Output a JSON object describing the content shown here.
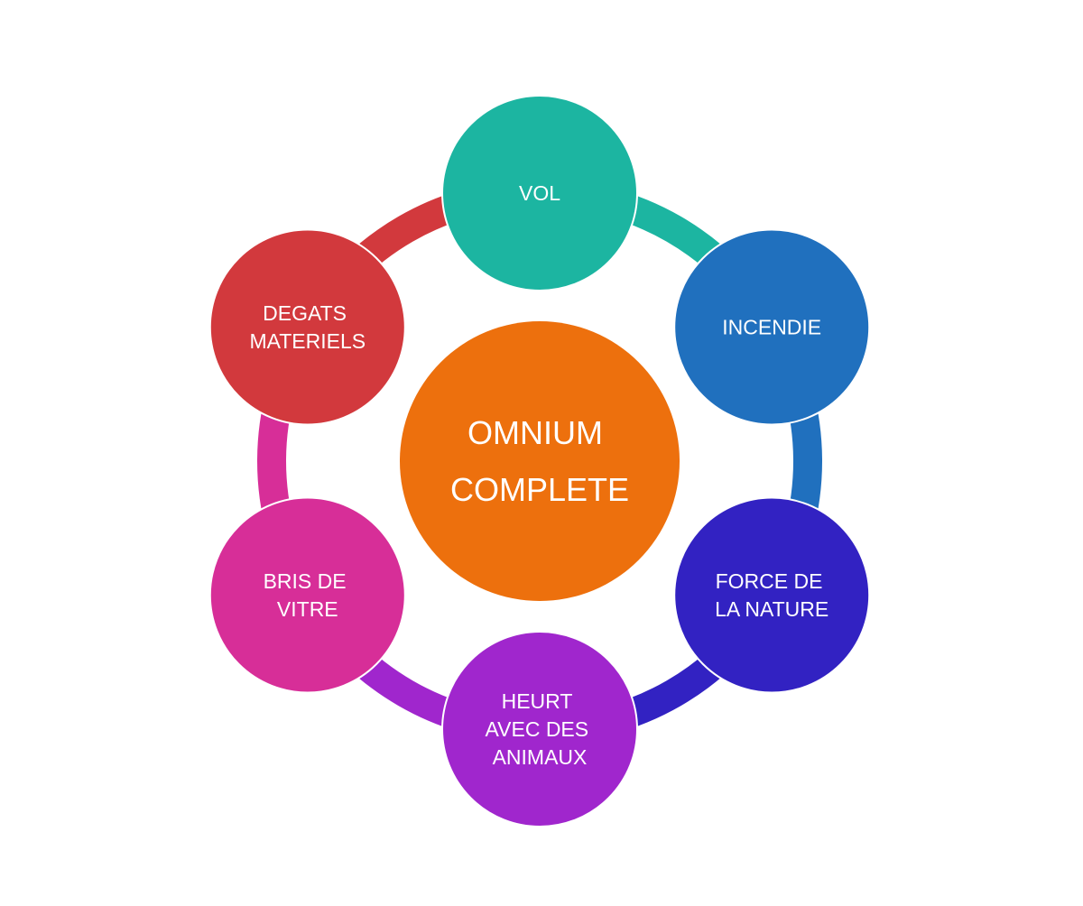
{
  "center": {
    "label_lines": [
      "OMNIUM",
      "COMPLETE"
    ],
    "color": "#ED700D"
  },
  "nodes": [
    {
      "id": "vol",
      "label_lines": [
        "VOL"
      ],
      "color": "#1CB5A1"
    },
    {
      "id": "incendie",
      "label_lines": [
        "INCENDIE"
      ],
      "color": "#2070BE"
    },
    {
      "id": "force-de-la-nature",
      "label_lines": [
        "FORCE DE",
        "LA NATURE"
      ],
      "color": "#3222C2"
    },
    {
      "id": "heurt-avec-des-animaux",
      "label_lines": [
        "HEURT",
        "AVEC DES",
        "ANIMAUX"
      ],
      "color": "#A026CD"
    },
    {
      "id": "bris-de-vitre",
      "label_lines": [
        "BRIS DE",
        "VITRE"
      ],
      "color": "#D72E98"
    },
    {
      "id": "degats-materiels",
      "label_lines": [
        "DEGATS",
        "MATERIELS"
      ],
      "color": "#D2393D"
    }
  ]
}
